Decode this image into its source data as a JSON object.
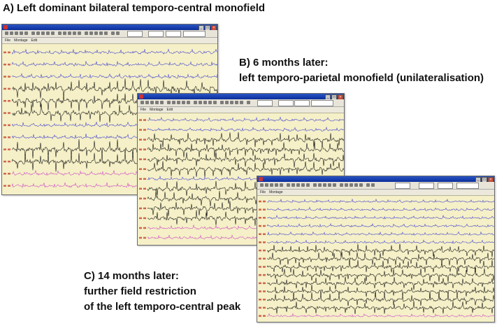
{
  "captions": {
    "a": "A) Left dominant bilateral temporo-central monofield",
    "b_line1": "B) 6 months later:",
    "b_line2": "left temporo-parietal monofield (unilateralisation)",
    "c_line1": "C) 14 months later:",
    "c_line2": "further field restriction",
    "c_line3": "of the left temporo-central peak"
  },
  "colors": {
    "blue_trace": "#4a4ad0",
    "black_trace": "#1a1a1a",
    "pink_trace": "#d050c8",
    "label_red": "#c03a2a",
    "panel_bg": "#f5f0c7"
  },
  "windows": [
    {
      "id": "A",
      "menu": [
        "File",
        "Montage",
        "Edit"
      ],
      "channel_colors": [
        "blue",
        "blue",
        "blue",
        "black",
        "black",
        "black",
        "blue",
        "blue",
        "black",
        "black",
        "pink",
        "pink"
      ]
    },
    {
      "id": "B",
      "menu": [
        "File",
        "Montage",
        "Edit"
      ],
      "channel_colors": [
        "blue",
        "blue",
        "black",
        "black",
        "black",
        "black",
        "blue",
        "black",
        "black",
        "black",
        "black",
        "pink",
        "pink"
      ]
    },
    {
      "id": "C",
      "menu": [
        "File",
        "Montage"
      ],
      "channel_colors": [
        "blue",
        "blue",
        "blue",
        "blue",
        "blue",
        "blue",
        "black",
        "black",
        "black",
        "black",
        "black",
        "black",
        "black",
        "black",
        "pink"
      ]
    }
  ]
}
